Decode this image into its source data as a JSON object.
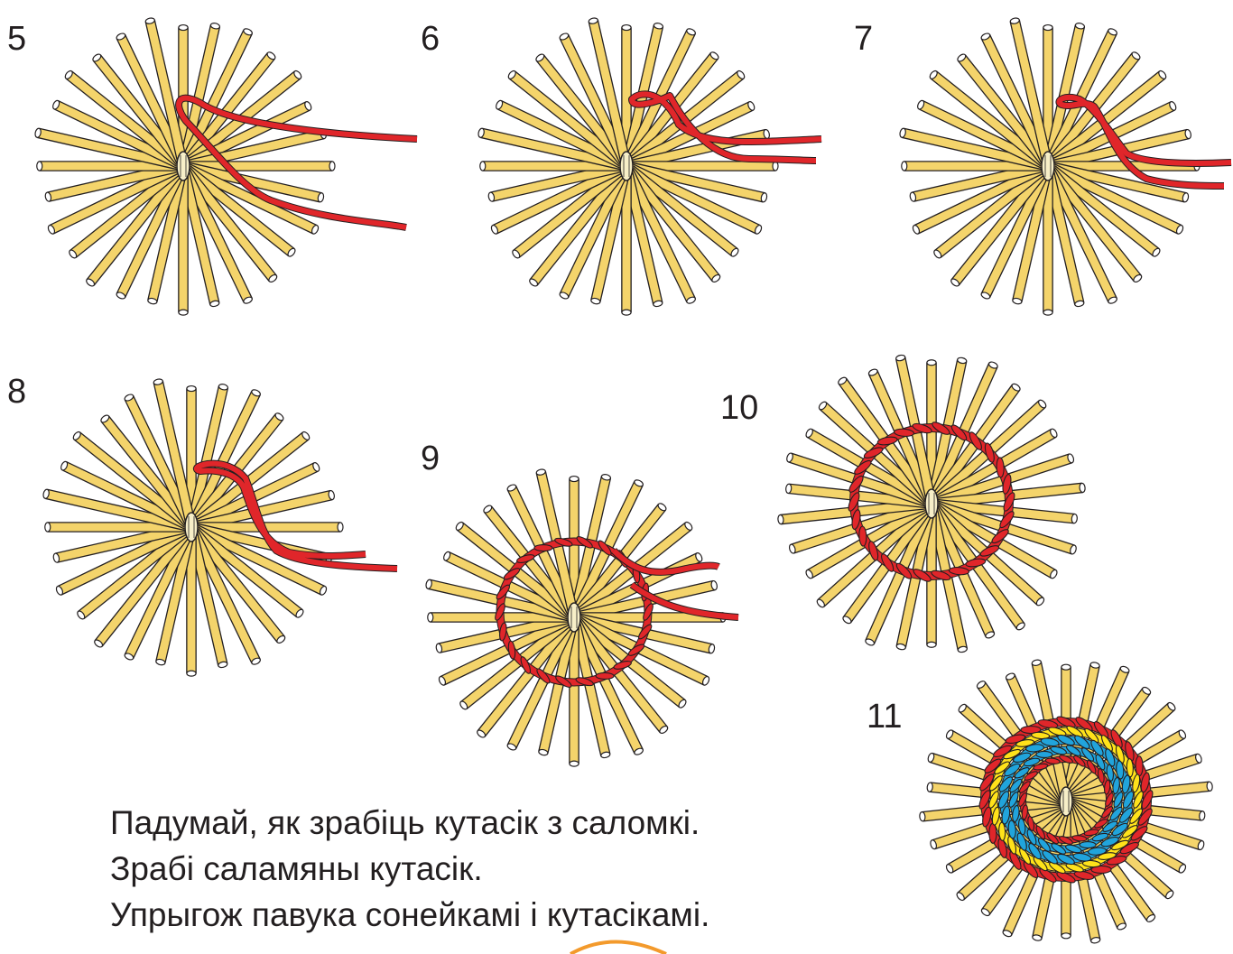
{
  "steps": [
    {
      "label": "5"
    },
    {
      "label": "6"
    },
    {
      "label": "7"
    },
    {
      "label": "8"
    },
    {
      "label": "9"
    },
    {
      "label": "10"
    },
    {
      "label": "11"
    }
  ],
  "instructions": {
    "line1": "Падумай, як зрабіць кутасік з саломкі.",
    "line2": "Зрабі саламяны кутасік.",
    "line3": "Упрыгож павука сонейкамі і кутасікамі."
  },
  "colors": {
    "straw": "#f4d46b",
    "straw_outline": "#231f20",
    "thread_red": "#e0262a",
    "thread_yellow": "#ffe21a",
    "thread_blue": "#21a4dc",
    "page_corner_orange": "#f39a2c"
  }
}
